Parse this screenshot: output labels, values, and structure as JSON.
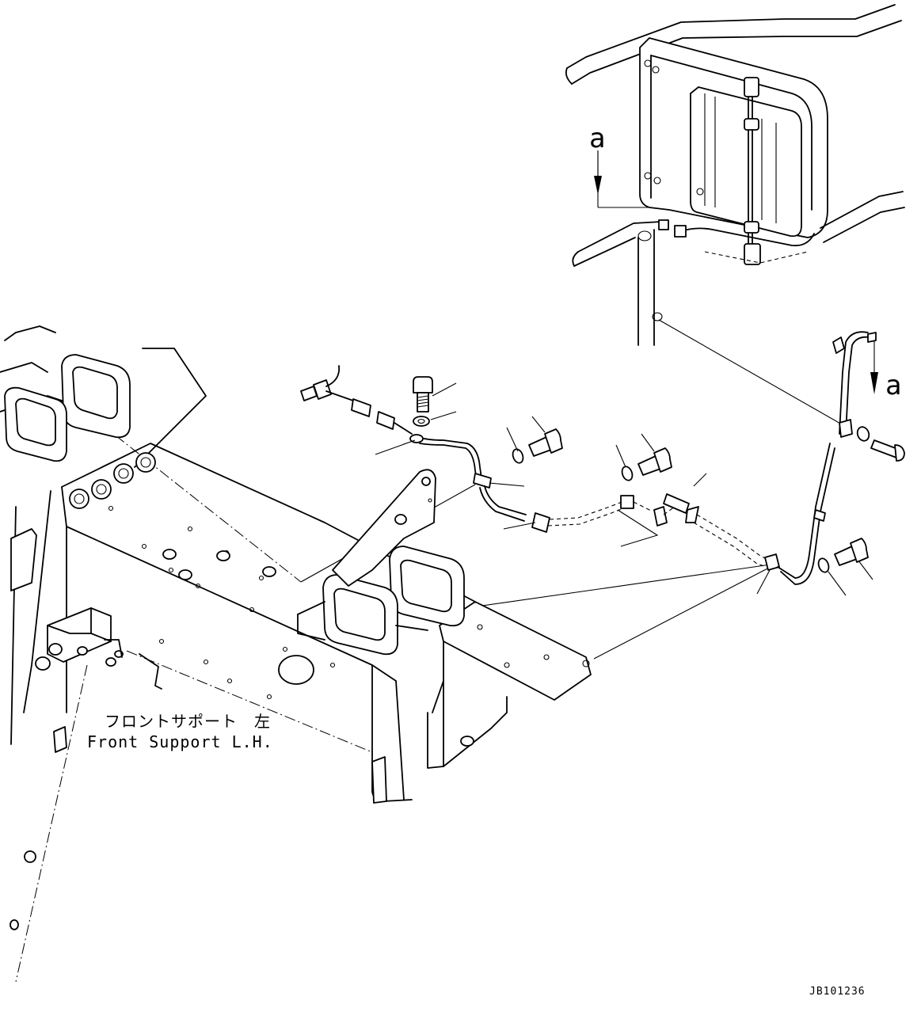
{
  "labels": {
    "part_jp": "フロントサポート　左",
    "part_en": "Front Support L.H.",
    "view_mark_top": "a",
    "view_mark_right": "a",
    "drawing_code": "JB101236"
  },
  "icons": [
    "view-arrow",
    "bolt",
    "washer",
    "clip",
    "connector"
  ]
}
